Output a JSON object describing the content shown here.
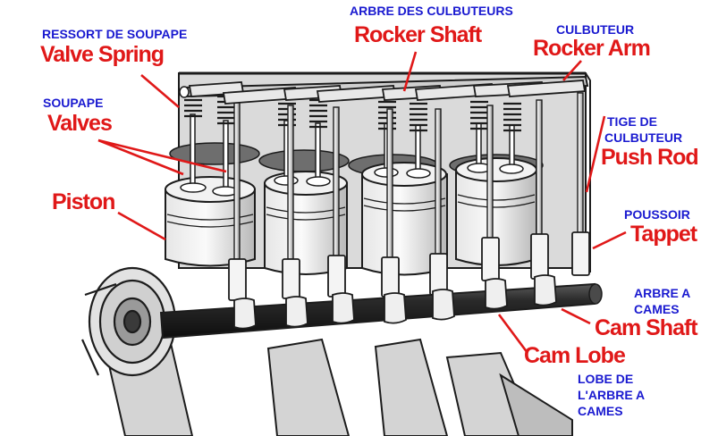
{
  "labels": {
    "valve_spring": {
      "fr": "RESSORT DE SOUPAPE",
      "en": "Valve Spring"
    },
    "valves": {
      "fr": "SOUPAPE",
      "en": "Valves"
    },
    "piston": {
      "en": "Piston"
    },
    "rocker_shaft": {
      "fr": "ARBRE DES CULBUTEURS",
      "en": "Rocker Shaft"
    },
    "rocker_arm": {
      "fr": "CULBUTEUR",
      "en": "Rocker Arm"
    },
    "push_rod": {
      "fr_line1": "TIGE DE",
      "fr_line2": "CULBUTEUR",
      "en": "Push Rod"
    },
    "tappet": {
      "fr": "POUSSOIR",
      "en": "Tappet"
    },
    "cam_shaft": {
      "fr_line1": "ARBRE A",
      "fr_line2": "CAMES",
      "en": "Cam Shaft"
    },
    "cam_lobe": {
      "en": "Cam Lobe",
      "fr_line1": "LOBE DE",
      "fr_line2": "L'ARBRE A",
      "fr_line3": "CAMES"
    }
  },
  "colors": {
    "english_label": "#e01818",
    "french_label": "#1a1ad0",
    "drawing_line": "#1c1c1c",
    "drawing_shade": "#cfcfcf"
  }
}
